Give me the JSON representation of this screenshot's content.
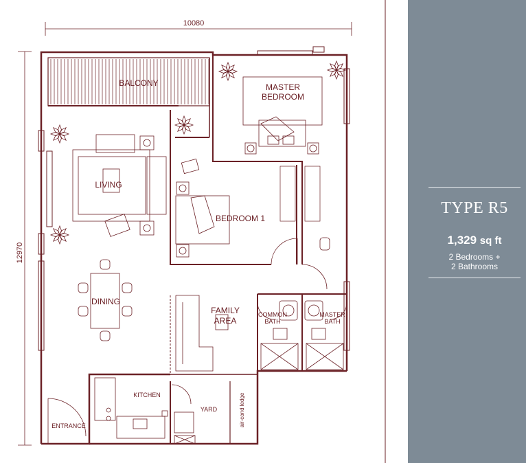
{
  "dimensions": {
    "width": "10080",
    "height": "12970"
  },
  "rooms": {
    "balcony": "BALCONY",
    "master_bedroom_1": "MASTER",
    "master_bedroom_2": "BEDROOM",
    "living": "LIVING",
    "bedroom1": "BEDROOM 1",
    "dining": "DINING",
    "family_1": "FAMILY",
    "family_2": "AREA",
    "common_bath_1": "COMMON",
    "common_bath_2": "BATH",
    "master_bath_1": "MASTER",
    "master_bath_2": "BATH",
    "kitchen": "KITCHEN",
    "yard": "YARD",
    "aircond": "air-cond ledge",
    "entrance": "ENTRANCE"
  },
  "panel": {
    "type_title": "TYPE R5",
    "area_value": "1,329",
    "area_unit": "sq ft",
    "bedrooms": "2 Bedrooms +",
    "bathrooms": "2 Bathrooms"
  },
  "colors": {
    "wall": "#6b2126",
    "panel": "#7e8b96",
    "plant": "#6b2126"
  }
}
